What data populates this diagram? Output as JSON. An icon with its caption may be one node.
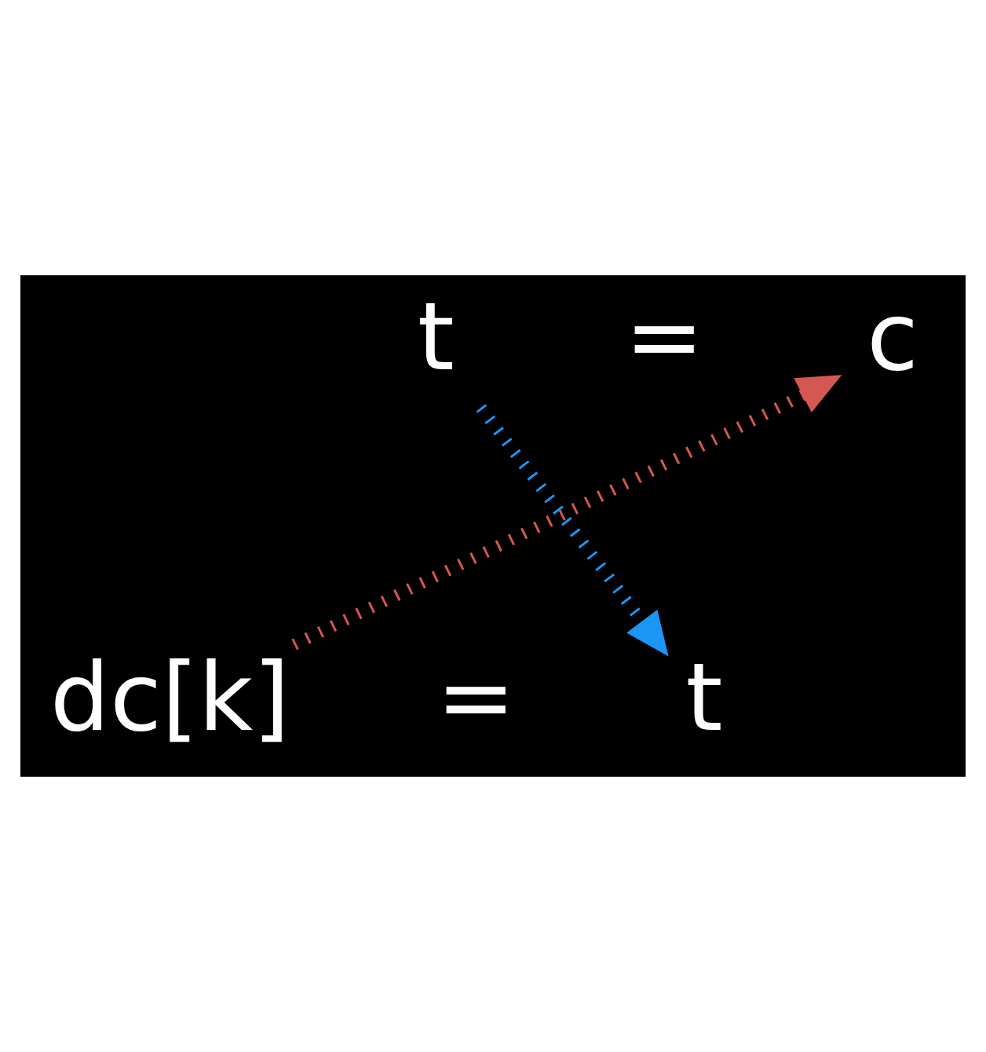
{
  "diagram": {
    "nodes": [
      {
        "text": [
          "t"
        ]
      },
      {
        "text": [
          "="
        ]
      },
      {
        "text": [
          "c"
        ]
      },
      {
        "text": [
          "dc[k]"
        ]
      },
      {
        "text": [
          "="
        ]
      },
      {
        "text": [
          "t"
        ]
      }
    ],
    "edges": [
      {
        "from": 3,
        "to": 2,
        "arrow": "to",
        "style": "dashed",
        "color": "#d55752"
      },
      {
        "from": 0,
        "to": 5,
        "arrow": "to",
        "style": "dashed",
        "color": "#1a96f5"
      }
    ]
  }
}
